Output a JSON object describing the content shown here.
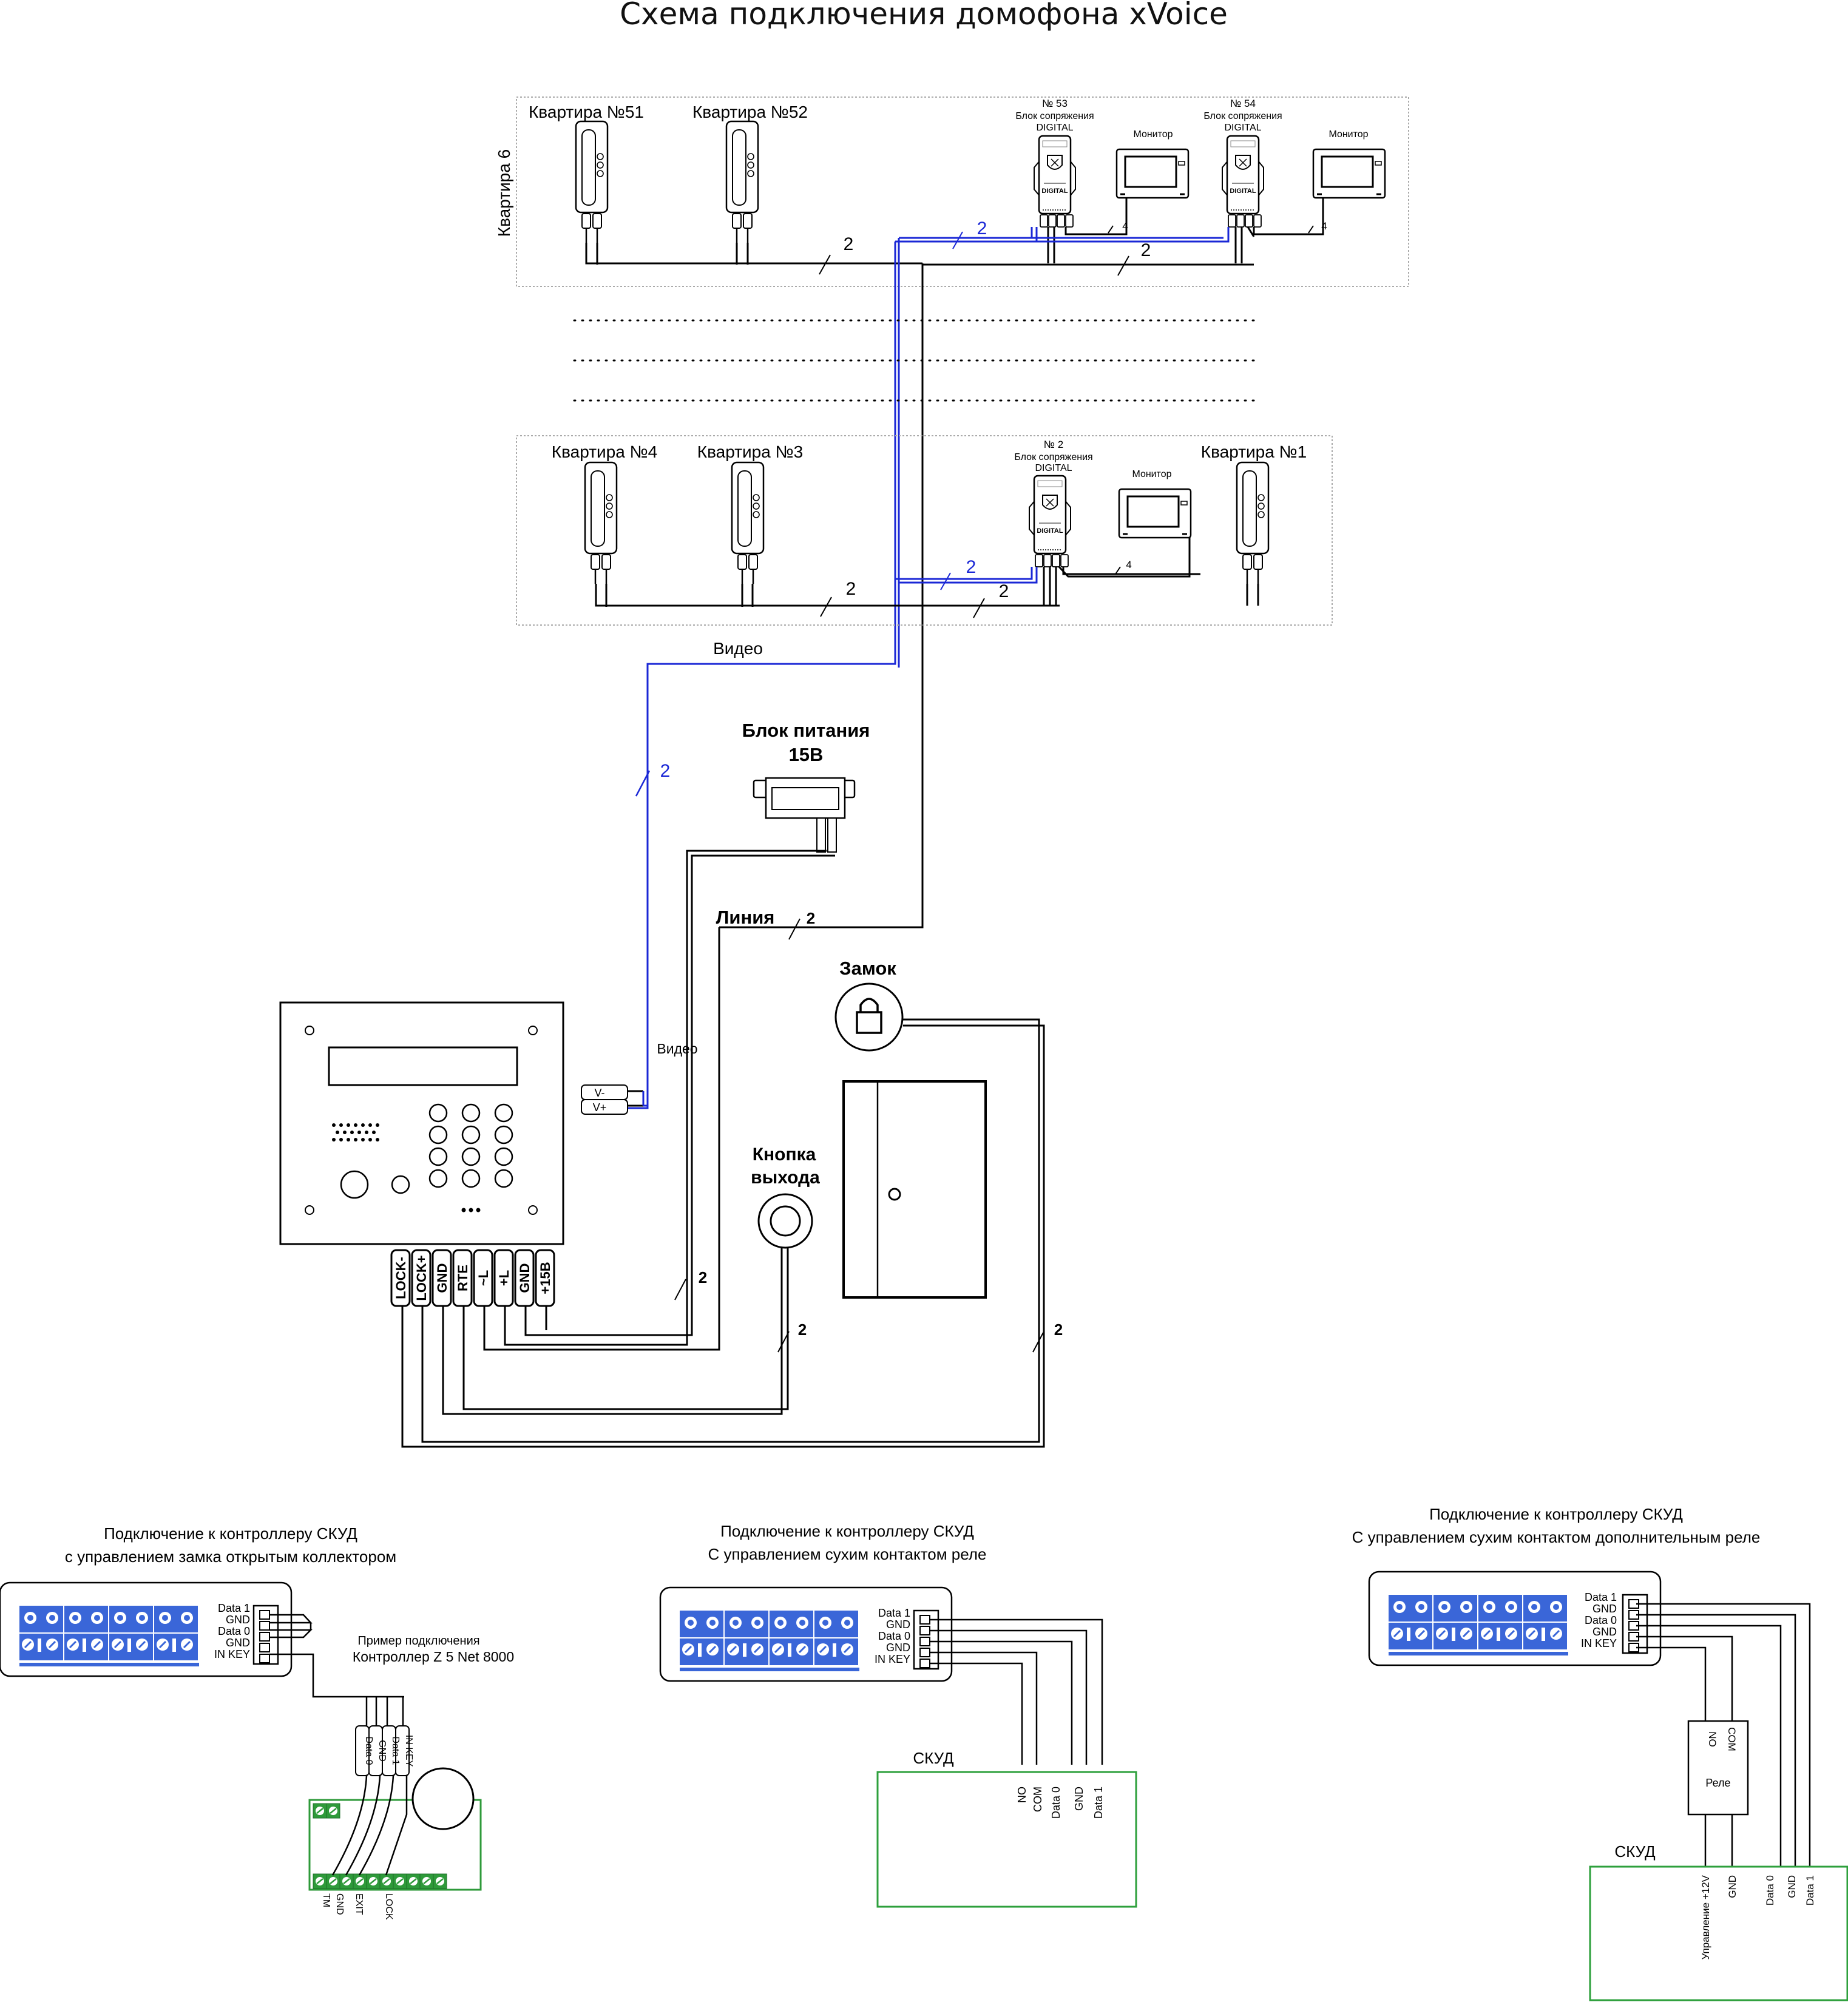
{
  "title": "Схема подключения домофона xVoice",
  "top_group": {
    "side_label": "Квартира 6",
    "apartments": [
      "Квартира №51",
      "Квартира №52"
    ],
    "modules": [
      {
        "number": "№ 53",
        "line1": "Блок сопряжения",
        "line2": "DIGITAL",
        "monitor": "Монитор"
      },
      {
        "number": "№ 54",
        "line1": "Блок сопряжения",
        "line2": "DIGITAL",
        "monitor": "Монитор"
      }
    ]
  },
  "bottom_group": {
    "apartments": [
      "Квартира №4",
      "Квартира №3"
    ],
    "module": {
      "number": "№ 2",
      "line1": "Блок сопряжения",
      "line2": "DIGITAL",
      "monitor": "Монитор"
    },
    "right_apartment": "Квартира №1"
  },
  "module_badge": "DIGITAL",
  "wire_counts": {
    "two": "2",
    "four": "4"
  },
  "labels": {
    "video": "Видео",
    "power_line1": "Блок питания",
    "power_line2": "15В",
    "line": "Линия",
    "lock": "Замок",
    "exit_line1": "Кнопка",
    "exit_line2": "выхода",
    "video_small": "Видео"
  },
  "video_terminals": [
    "V-",
    "V+"
  ],
  "panel_terminals": [
    "LOCK-",
    "LOCK+",
    "GND",
    "RTE",
    "~L",
    "+L",
    "GND",
    "+15B"
  ],
  "skud_sections": [
    {
      "line1": "Подключение к контроллеру СКУД",
      "line2": "с управлением замка открытым коллектором"
    },
    {
      "line1": "Подключение к контроллеру СКУД",
      "line2": "С управлением сухим контактом реле"
    },
    {
      "line1": "Подключение к контроллеру СКУД",
      "line2": "С управлением сухим контактом дополнительным реле"
    }
  ],
  "connector_pins": [
    "Data 1",
    "GND",
    "Data 0",
    "GND",
    "IN KEY"
  ],
  "example": {
    "line1": "Пример подключения",
    "line2": "Контроллер Z 5 Net 8000"
  },
  "z5_wire_labels": [
    "Data 0",
    "GND",
    "Data 1",
    "IN KEY"
  ],
  "z5_pins": [
    "TM",
    "GND",
    "EXIT",
    "LOCK"
  ],
  "skud_box_label": "СКУД",
  "skud2_pins": [
    "NO",
    "COM",
    "Data 0",
    "GND",
    "Data 1"
  ],
  "relay": {
    "no": "NO",
    "com": "COM",
    "label": "Реле"
  },
  "skud3_pins": [
    "Управление +12V",
    "GND",
    "Data 0",
    "GND",
    "Data 1"
  ],
  "colors": {
    "video_wire": "#1a27d6",
    "terminal_blue": "#2c5dd6",
    "terminal_green": "#2e9a3a",
    "skud_box": "#2ea03c"
  }
}
